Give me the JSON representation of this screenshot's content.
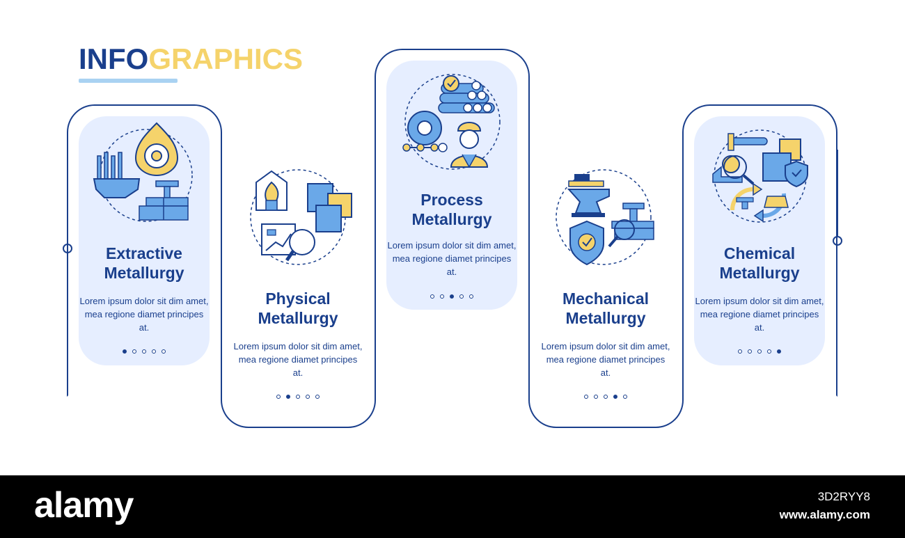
{
  "title": {
    "part1": "INFO",
    "part2": "GRAPHICS"
  },
  "colors": {
    "navy": "#1a3f8c",
    "yellow": "#f5d36b",
    "card_bg": "#e6eeff",
    "light_blue": "#a9d2f2",
    "icon_blue": "#6aa8e8"
  },
  "steps": [
    {
      "heading": "Extractive\nMetallurgy",
      "text": "Lorem ipsum dolor sit dim amet, mea regione diamet principes at.",
      "active_dot": 0,
      "icon": "furnace-gear-icon"
    },
    {
      "heading": "Physical\nMetallurgy",
      "text": "Lorem ipsum dolor sit dim amet, mea regione diamet principes at.",
      "active_dot": 1,
      "icon": "material-analysis-icon"
    },
    {
      "heading": "Process\nMetallurgy",
      "text": "Lorem ipsum dolor sit dim amet, mea regione diamet principes at.",
      "active_dot": 2,
      "icon": "worker-gear-pipes-icon"
    },
    {
      "heading": "Mechanical\nMetallurgy",
      "text": "Lorem ipsum dolor sit dim amet, mea regione diamet principes at.",
      "active_dot": 3,
      "icon": "anvil-shield-icon"
    },
    {
      "heading": "Chemical\nMetallurgy",
      "text": "Lorem ipsum dolor sit dim amet, mea regione diamet principes at.",
      "active_dot": 4,
      "icon": "chemical-recycle-icon"
    }
  ],
  "watermark": {
    "logo": "alamy",
    "image_id": "3D2RYY8",
    "site": "www.alamy.com"
  }
}
